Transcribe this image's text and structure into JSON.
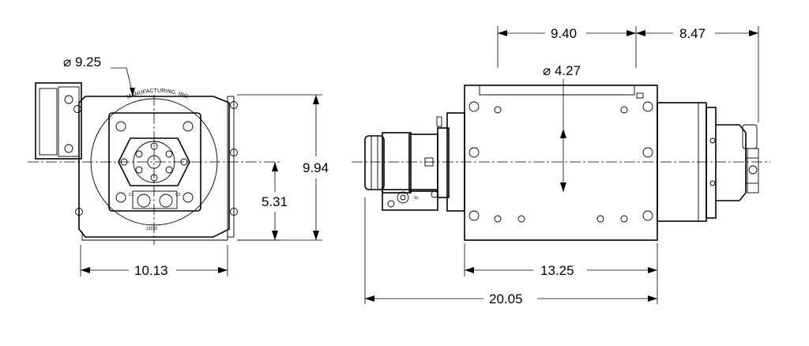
{
  "front_view": {
    "dia_label": "⌀ 9.25",
    "height_overall": "9.94",
    "height_center": "5.31",
    "width": "10.13",
    "manufacturer_text": "MANUFACTURING, INC.",
    "part_number": "13220"
  },
  "side_view": {
    "dia_label": "⌀ 4.27",
    "top_dim_1": "9.40",
    "top_dim_2": "8.47",
    "body_length": "13.25",
    "overall_length": "20.05"
  }
}
